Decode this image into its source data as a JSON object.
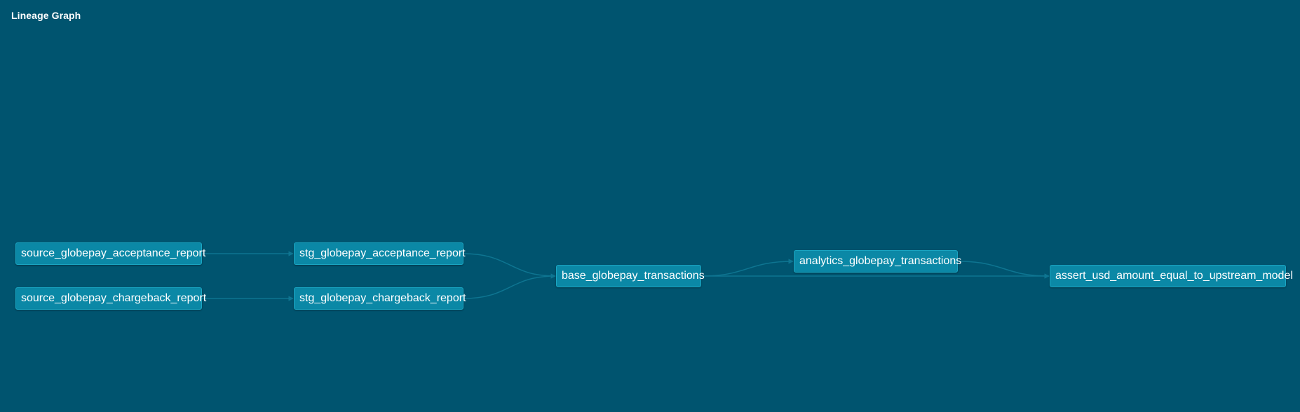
{
  "panel": {
    "title": "Lineage Graph"
  },
  "colors": {
    "background": "#00546f",
    "node_fill": "#0b88a6",
    "node_border": "#1aa5c2",
    "edge": "#0e7591"
  },
  "nodes": [
    {
      "id": "n1",
      "label": "source_globepay_acceptance_report"
    },
    {
      "id": "n2",
      "label": "source_globepay_chargeback_report"
    },
    {
      "id": "n3",
      "label": "stg_globepay_acceptance_report"
    },
    {
      "id": "n4",
      "label": "stg_globepay_chargeback_report"
    },
    {
      "id": "n5",
      "label": "base_globepay_transactions"
    },
    {
      "id": "n6",
      "label": "analytics_globepay_transactions"
    },
    {
      "id": "n7",
      "label": "assert_usd_amount_equal_to_upstream_model"
    }
  ],
  "edges": [
    {
      "from": "n1",
      "to": "n3"
    },
    {
      "from": "n2",
      "to": "n4"
    },
    {
      "from": "n3",
      "to": "n5"
    },
    {
      "from": "n4",
      "to": "n5"
    },
    {
      "from": "n5",
      "to": "n6"
    },
    {
      "from": "n5",
      "to": "n7"
    },
    {
      "from": "n6",
      "to": "n7"
    }
  ]
}
